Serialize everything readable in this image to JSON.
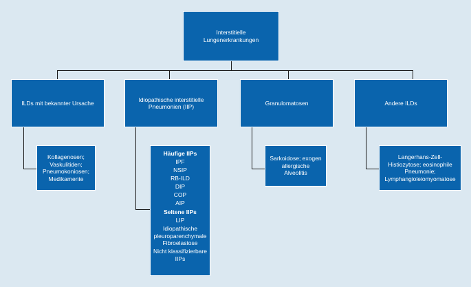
{
  "root": {
    "label": "Interstitielle Lungenerkrankungen"
  },
  "categories": [
    {
      "label": "ILDs mit bekannter Ursache"
    },
    {
      "label": "Idiopathische interstitielle Pneumonien (IIP)"
    },
    {
      "label": "Granulomatosen"
    },
    {
      "label": "Andere ILDs"
    }
  ],
  "details": {
    "known_cause": "Kollagenosen; Vaskulitiden; Pneumokoniosen; Medikamente",
    "granulomatosen": "Sarkoidose; exogen allergische Alveolitis",
    "andere": "Langerhans-Zell-Histiozytose; eosinophile Pneumonie; Lymphangioleiomyomatose",
    "iip": {
      "frequent_heading": "Häufige IIPs",
      "frequent": [
        "IPF",
        "NSIP",
        "RB-ILD",
        "DIP",
        "COP",
        "AIP"
      ],
      "rare_heading": "Seltene IIPs",
      "rare": [
        "LIP",
        "Idiopathische pleuroparenchymale Fibroelastose",
        "Nicht klassifizierbare IIPs"
      ]
    }
  },
  "colors": {
    "box_fill": "#0a64ad",
    "background": "#dbe8f1",
    "connector": "#1a1a1a",
    "text": "#ffffff"
  }
}
